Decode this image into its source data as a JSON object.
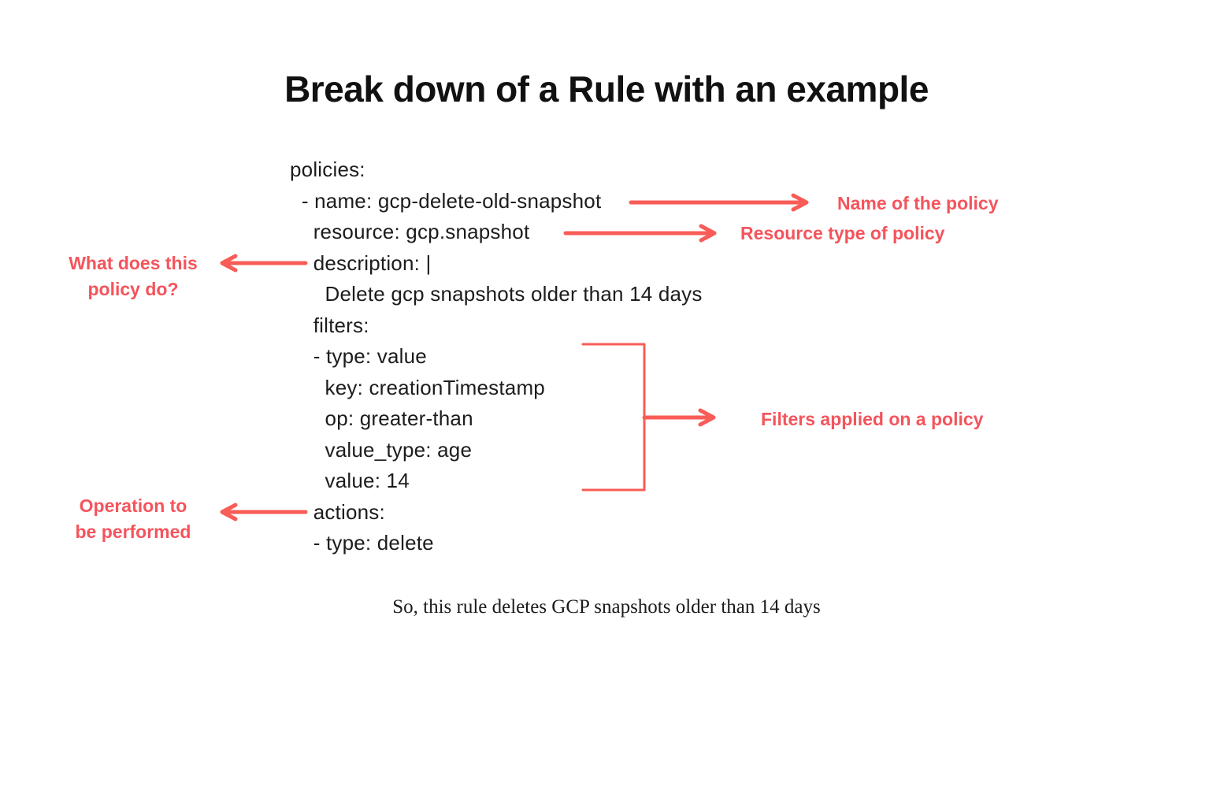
{
  "title": "Break down of a Rule with an example",
  "colors": {
    "accent_text": "#f4545c",
    "accent_arrow": "#f85c57",
    "code_text": "#1c1c1c",
    "background": "#ffffff"
  },
  "code": {
    "language": "yaml",
    "lines": [
      "policies:",
      "  - name: gcp-delete-old-snapshot",
      "    resource: gcp.snapshot",
      "    description: |",
      "      Delete gcp snapshots older than 14 days",
      "    filters:",
      "    - type: value",
      "      key: creationTimestamp",
      "      op: greater-than",
      "      value_type: age",
      "      value: 14",
      "    actions:",
      "    - type: delete"
    ]
  },
  "annotations": {
    "name_label": "Name of the policy",
    "resource_label": "Resource type of policy",
    "description_label": "What does this\npolicy do?",
    "filters_label": "Filters applied on a policy",
    "actions_label": "Operation to\nbe performed"
  },
  "footer": "So, this rule deletes GCP snapshots older than 14 days"
}
